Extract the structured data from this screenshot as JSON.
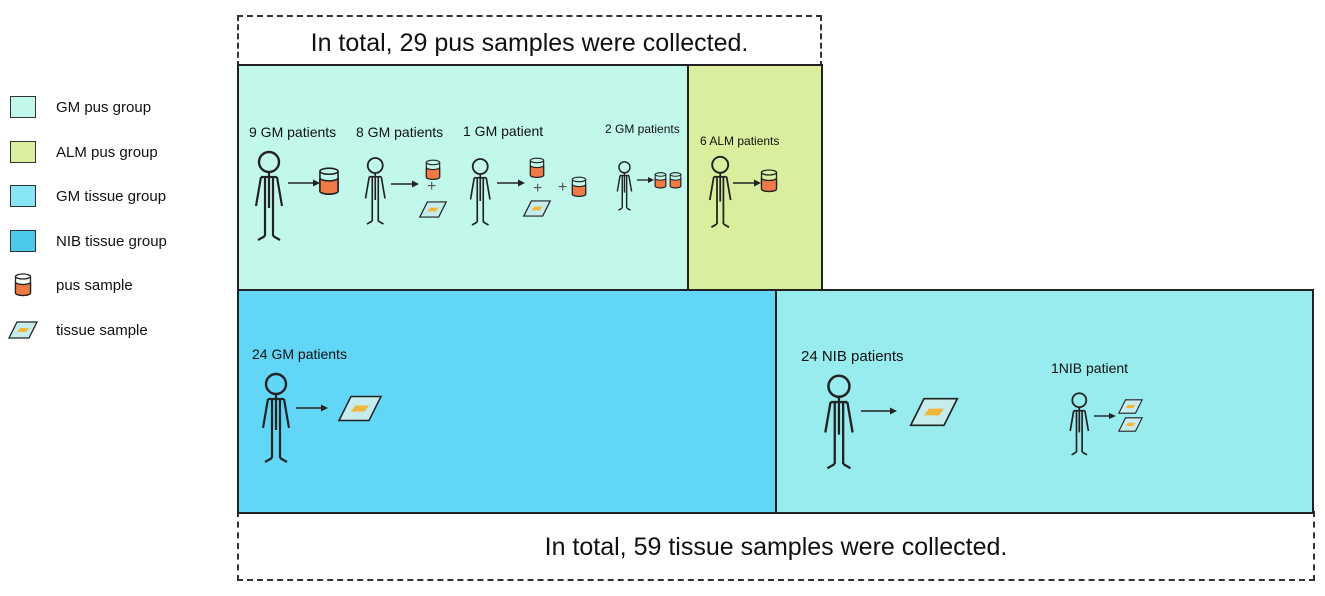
{
  "colors": {
    "gm_pus": "#c2f8ec",
    "alm_pus": "#d9ef9d",
    "gm_tissue": "#62d6f6",
    "nib_tissue": "#98ecee",
    "pus": "#ee7a46",
    "tissue_fill": "#c6ecee",
    "tissue_center": "#f1b63c"
  },
  "legend": [
    {
      "label": "GM pus group",
      "kind": "swatch",
      "color": "#c2f8ec"
    },
    {
      "label": "ALM pus group",
      "kind": "swatch",
      "color": "#d9ef9d"
    },
    {
      "label": "GM tissue group",
      "kind": "swatch",
      "color": "#87e6f4"
    },
    {
      "label": "NIB tissue group",
      "kind": "swatch",
      "color": "#4dc9ee"
    },
    {
      "label": "pus sample",
      "kind": "pus-icon"
    },
    {
      "label": "tissue sample",
      "kind": "tissue-icon"
    }
  ],
  "pus_total": "In total, 29 pus samples were collected.",
  "tissue_total": "In total, 59 tissue samples were collected.",
  "gm_pus_group": {
    "patients": [
      "9 GM patients",
      "8 GM patients",
      "1 GM patient",
      "2 GM patients"
    ],
    "plus": "+"
  },
  "alm_pus_group": {
    "patients": "6 ALM patients"
  },
  "gm_tissue_group": {
    "patients": "24 GM patients"
  },
  "nib_tissue_group": {
    "patients": [
      "24 NIB patients",
      "1NIB patient"
    ]
  }
}
